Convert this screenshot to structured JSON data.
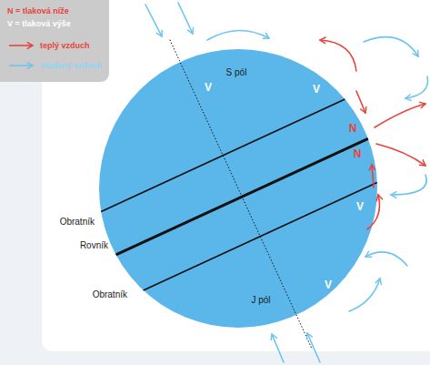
{
  "diagram": {
    "labels": [
      "S pól",
      "V",
      "V",
      "N",
      "N",
      "V",
      "Obratník",
      "Rovník",
      "V",
      "Obratník",
      "J pól"
    ],
    "legend": [
      {
        "text": "N = tlaková níže"
      },
      {
        "text": "V = tlaková výše"
      },
      {
        "text": "teplý vzduch"
      },
      {
        "text": "studený vzduch"
      }
    ]
  }
}
